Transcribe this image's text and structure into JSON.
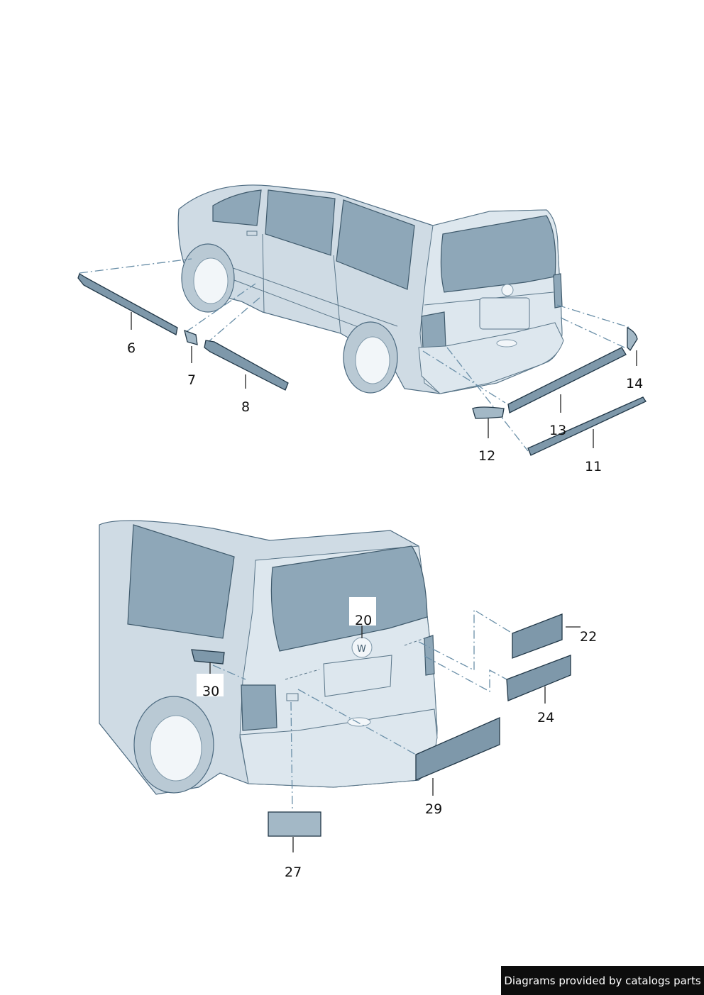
{
  "callouts": {
    "c6": "6",
    "c7": "7",
    "c8": "8",
    "c11": "11",
    "c12": "12",
    "c13": "13",
    "c14": "14",
    "c20": "20",
    "c22": "22",
    "c24": "24",
    "c27": "27",
    "c29": "29",
    "c30": "30"
  },
  "footer": {
    "text": "Diagrams provided by catalogs parts"
  },
  "colors": {
    "body": "#cfdbe4",
    "glass": "#8ea7b8",
    "part": "#7e98aa",
    "footer_bg": "#0d0d0d"
  }
}
